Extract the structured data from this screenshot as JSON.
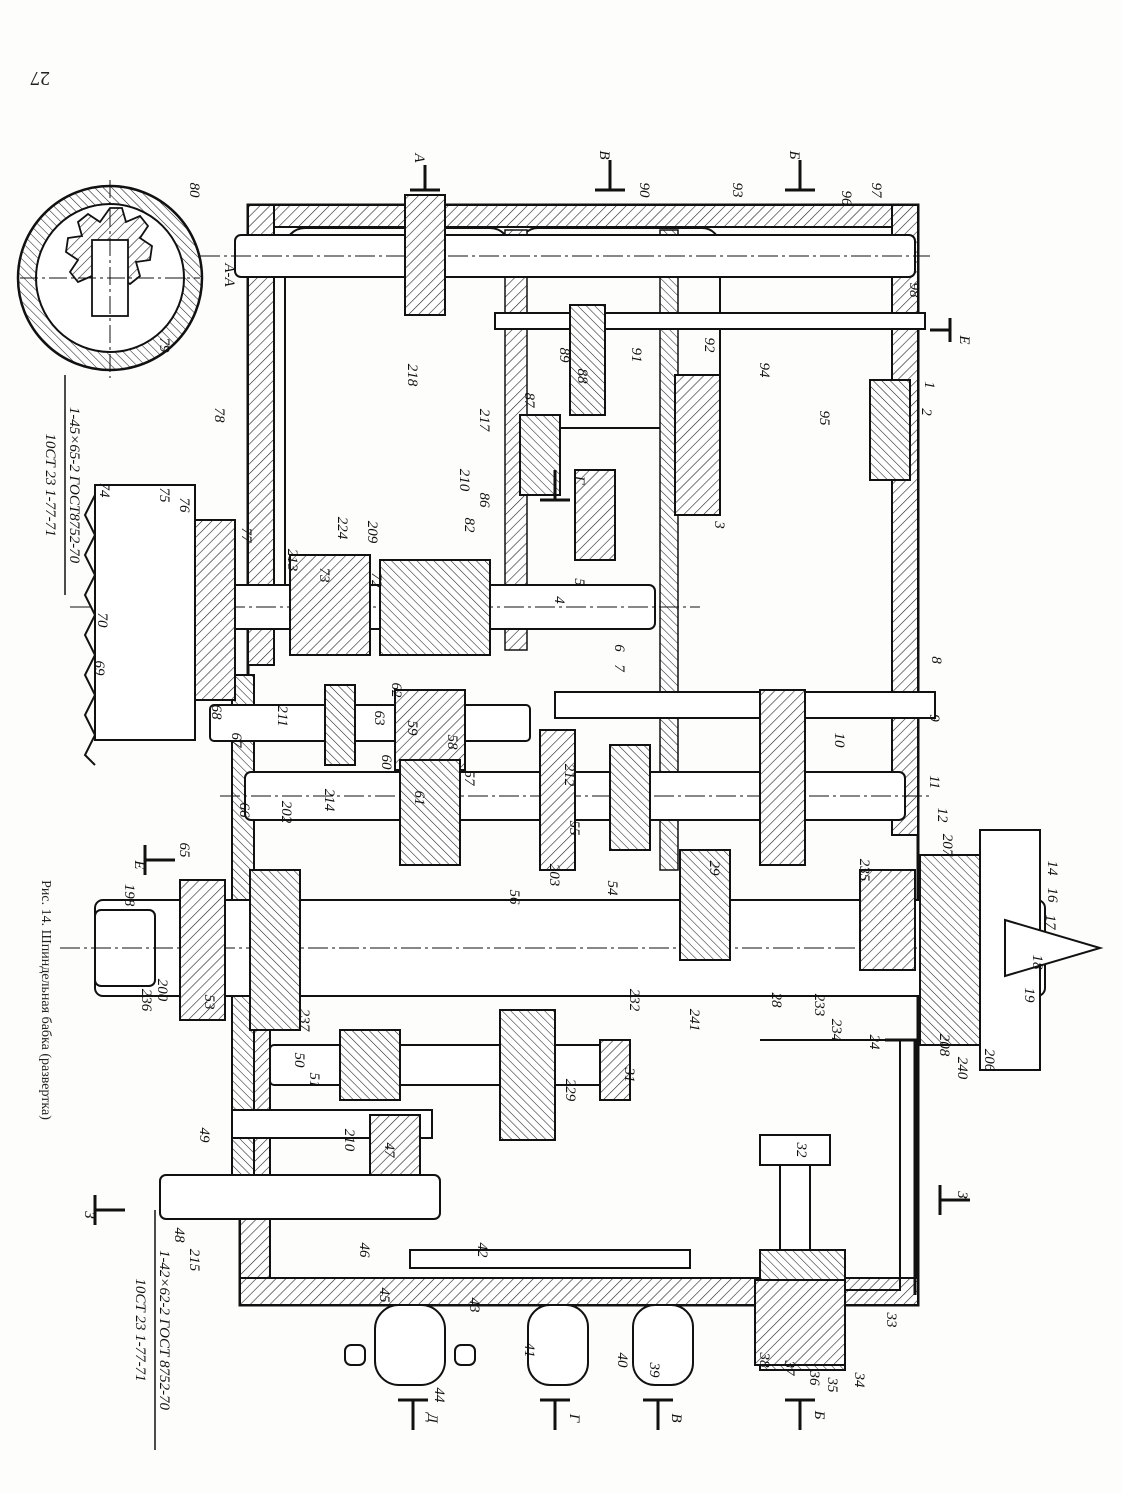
{
  "page_number": "27",
  "caption": "Рис. 14. Шпиндельная бабка (развертка)",
  "section_title": "А-А",
  "annotations": {
    "spline_top_line1": "1-45×65-2 ГОСТ8752-70",
    "spline_top_line2": "10СТ 23 1-77-71",
    "spline_bottom_line1": "1-42×62-2 ГОСТ 8752-70",
    "spline_bottom_line2": "10СТ 23 1-77-71"
  },
  "section_marks": [
    "А",
    "В",
    "Б",
    "Г",
    "Е",
    "Е",
    "З",
    "З",
    "Б",
    "В",
    "Г",
    "Д"
  ],
  "part_labels": [
    "80",
    "79",
    "78",
    "218",
    "210",
    "217",
    "87",
    "89",
    "88",
    "91",
    "90",
    "92",
    "93",
    "94",
    "95",
    "96",
    "97",
    "98",
    "1",
    "2",
    "3",
    "86",
    "82",
    "4",
    "5",
    "6",
    "7",
    "8",
    "9",
    "10",
    "11",
    "12",
    "76",
    "75",
    "74",
    "77",
    "213",
    "73",
    "224",
    "209",
    "72",
    "70",
    "69",
    "68",
    "67",
    "62",
    "59",
    "58",
    "63",
    "57",
    "60",
    "211",
    "214",
    "61",
    "212",
    "55",
    "66",
    "65",
    "202",
    "54",
    "56",
    "203",
    "29",
    "235",
    "207",
    "14",
    "16",
    "17",
    "18",
    "19",
    "232",
    "28",
    "198",
    "236",
    "200",
    "237",
    "53",
    "241",
    "233",
    "234",
    "24",
    "208",
    "240",
    "206",
    "31",
    "229",
    "51",
    "50",
    "49",
    "210",
    "47",
    "32",
    "215",
    "48",
    "46",
    "45",
    "42",
    "43",
    "44",
    "41",
    "40",
    "39",
    "38",
    "37",
    "36",
    "35",
    "34",
    "33"
  ]
}
